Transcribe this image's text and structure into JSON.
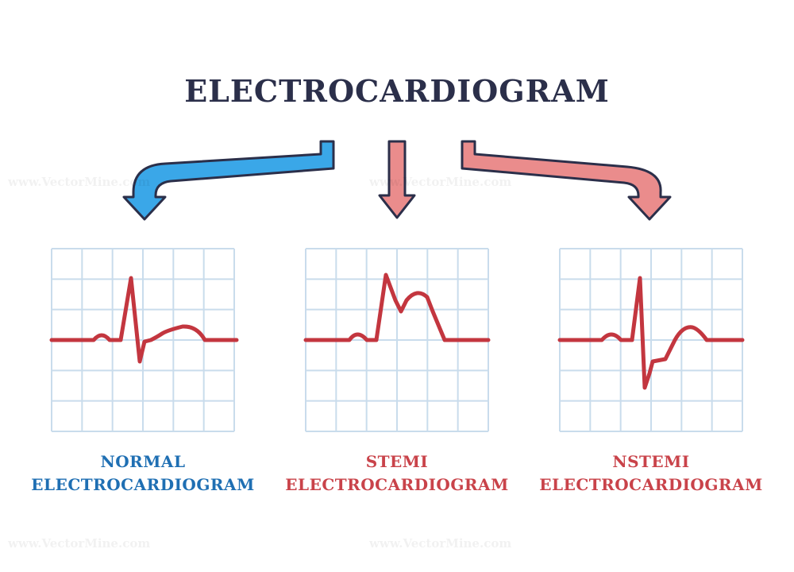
{
  "title": "ELECTROCARDIOGRAM",
  "watermark": "www.VectorMine.com",
  "colors": {
    "title": "#2b2f4a",
    "outline": "#2b2f4a",
    "blue_arrow": "#3aa7e8",
    "pink_arrow": "#ea8c8c",
    "grid_line": "#c9dcec",
    "ecg_trace": "#c3363f",
    "normal_label": "#1f6fb3",
    "abnormal_label": "#c9434a"
  },
  "panels": [
    {
      "id": "normal",
      "label_line1": "NORMAL",
      "label_line2": "ELECTROCARDIOGRAM"
    },
    {
      "id": "stemi",
      "label_line1": "STEMI",
      "label_line2": "ELECTROCARDIOGRAM"
    },
    {
      "id": "nstemi",
      "label_line1": "NSTEMI",
      "label_line2": "ELECTROCARDIOGRAM"
    }
  ]
}
